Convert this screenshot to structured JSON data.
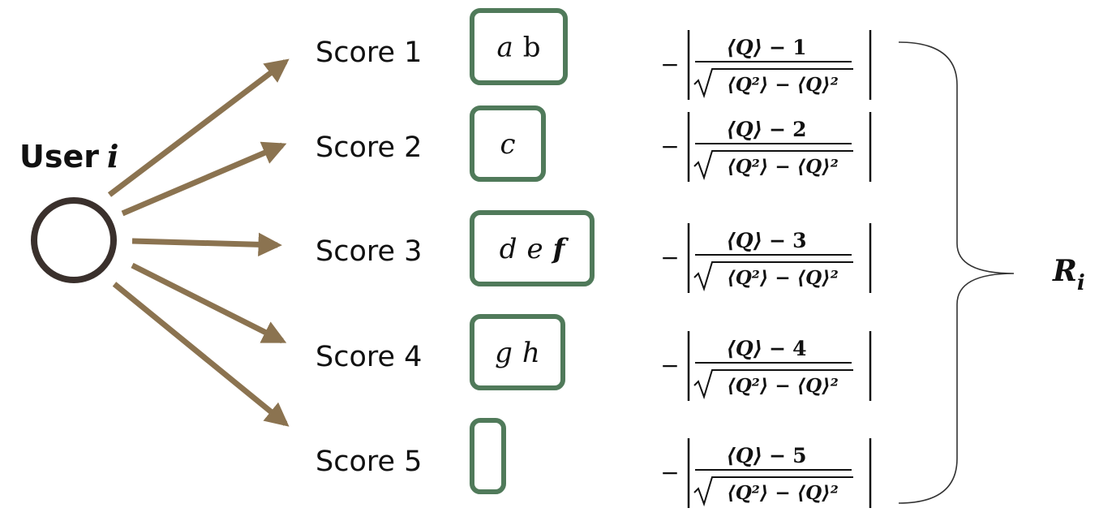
{
  "diagram": {
    "user_label": "User",
    "user_index": "i",
    "result_symbol": "R",
    "result_subscript": "i",
    "mean_q": "⟨Q⟩",
    "mean_q2": "⟨Q²⟩",
    "mean_q_sq": "⟨Q⟩²",
    "minus": "−",
    "colors": {
      "arrow": "#8b7350",
      "box": "#507a5a",
      "circle": "#3a302c",
      "text": "#111111"
    },
    "rows": [
      {
        "score_label": "Score 1",
        "score_value": "1",
        "items": [
          {
            "text": "a",
            "style": "italic"
          },
          {
            "text": "b",
            "style": "upright"
          }
        ]
      },
      {
        "score_label": "Score 2",
        "score_value": "2",
        "items": [
          {
            "text": "c",
            "style": "italic"
          }
        ]
      },
      {
        "score_label": "Score 3",
        "score_value": "3",
        "items": [
          {
            "text": "d",
            "style": "italic"
          },
          {
            "text": "e",
            "style": "italic"
          },
          {
            "text": "f",
            "style": "bold-italic"
          }
        ]
      },
      {
        "score_label": "Score 4",
        "score_value": "4",
        "items": [
          {
            "text": "g",
            "style": "italic"
          },
          {
            "text": "h",
            "style": "italic"
          }
        ]
      },
      {
        "score_label": "Score 5",
        "score_value": "5",
        "items": []
      }
    ]
  }
}
